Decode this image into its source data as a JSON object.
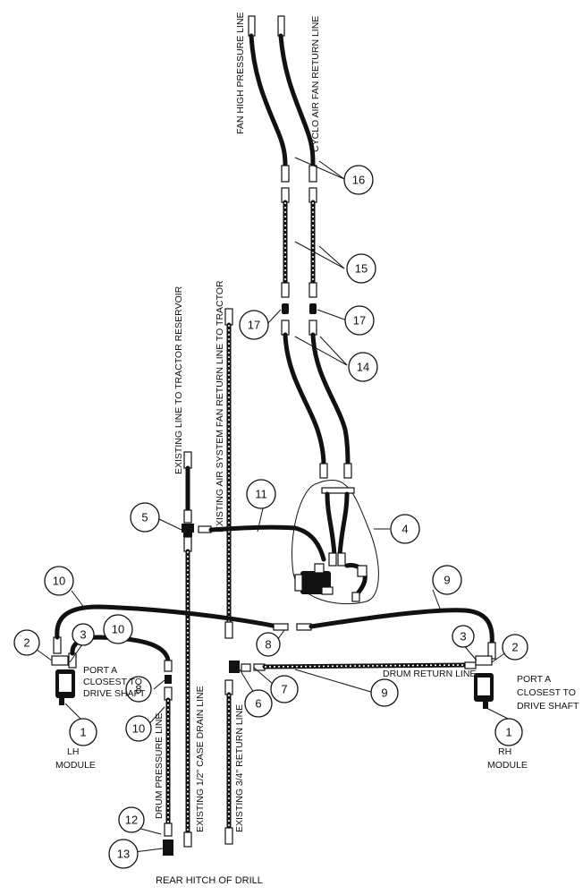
{
  "line_labels": {
    "fan_high_pressure": "FAN HIGH PRESSURE LINE",
    "cyclo_air_fan_return": "CYCLO AIR FAN RETURN LINE",
    "existing_tractor_reservoir": "EXISTING LINE TO TRACTOR RESERVOIR",
    "existing_air_system_return": "EXISTING AIR SYSTEM FAN RETURN LINE TO TRACTOR",
    "drum_pressure": "DRUM PRESSURE LINE",
    "existing_case_drain": "EXISTING 1/2\" CASE DRAIN LINE",
    "existing_return": "EXISTING 3/4\" RETURN LINE",
    "drum_return": "DRUM RETURN LINE"
  },
  "notes": {
    "port_left": [
      "PORT A",
      "CLOSEST TO",
      "DRIVE SHAFT"
    ],
    "port_right": [
      "PORT A",
      "CLOSEST TO",
      "DRIVE SHAFT"
    ],
    "lh_module": [
      "LH",
      "MODULE"
    ],
    "rh_module": [
      "RH",
      "MODULE"
    ],
    "rear_hitch": "REAR HITCH OF DRILL"
  },
  "callouts": [
    "16",
    "15",
    "17",
    "17",
    "14",
    "11",
    "5",
    "4",
    "10",
    "9",
    "10",
    "3",
    "2",
    "8",
    "8",
    "3",
    "2",
    "7",
    "6",
    "9",
    "1",
    "10",
    "1",
    "12",
    "13"
  ]
}
